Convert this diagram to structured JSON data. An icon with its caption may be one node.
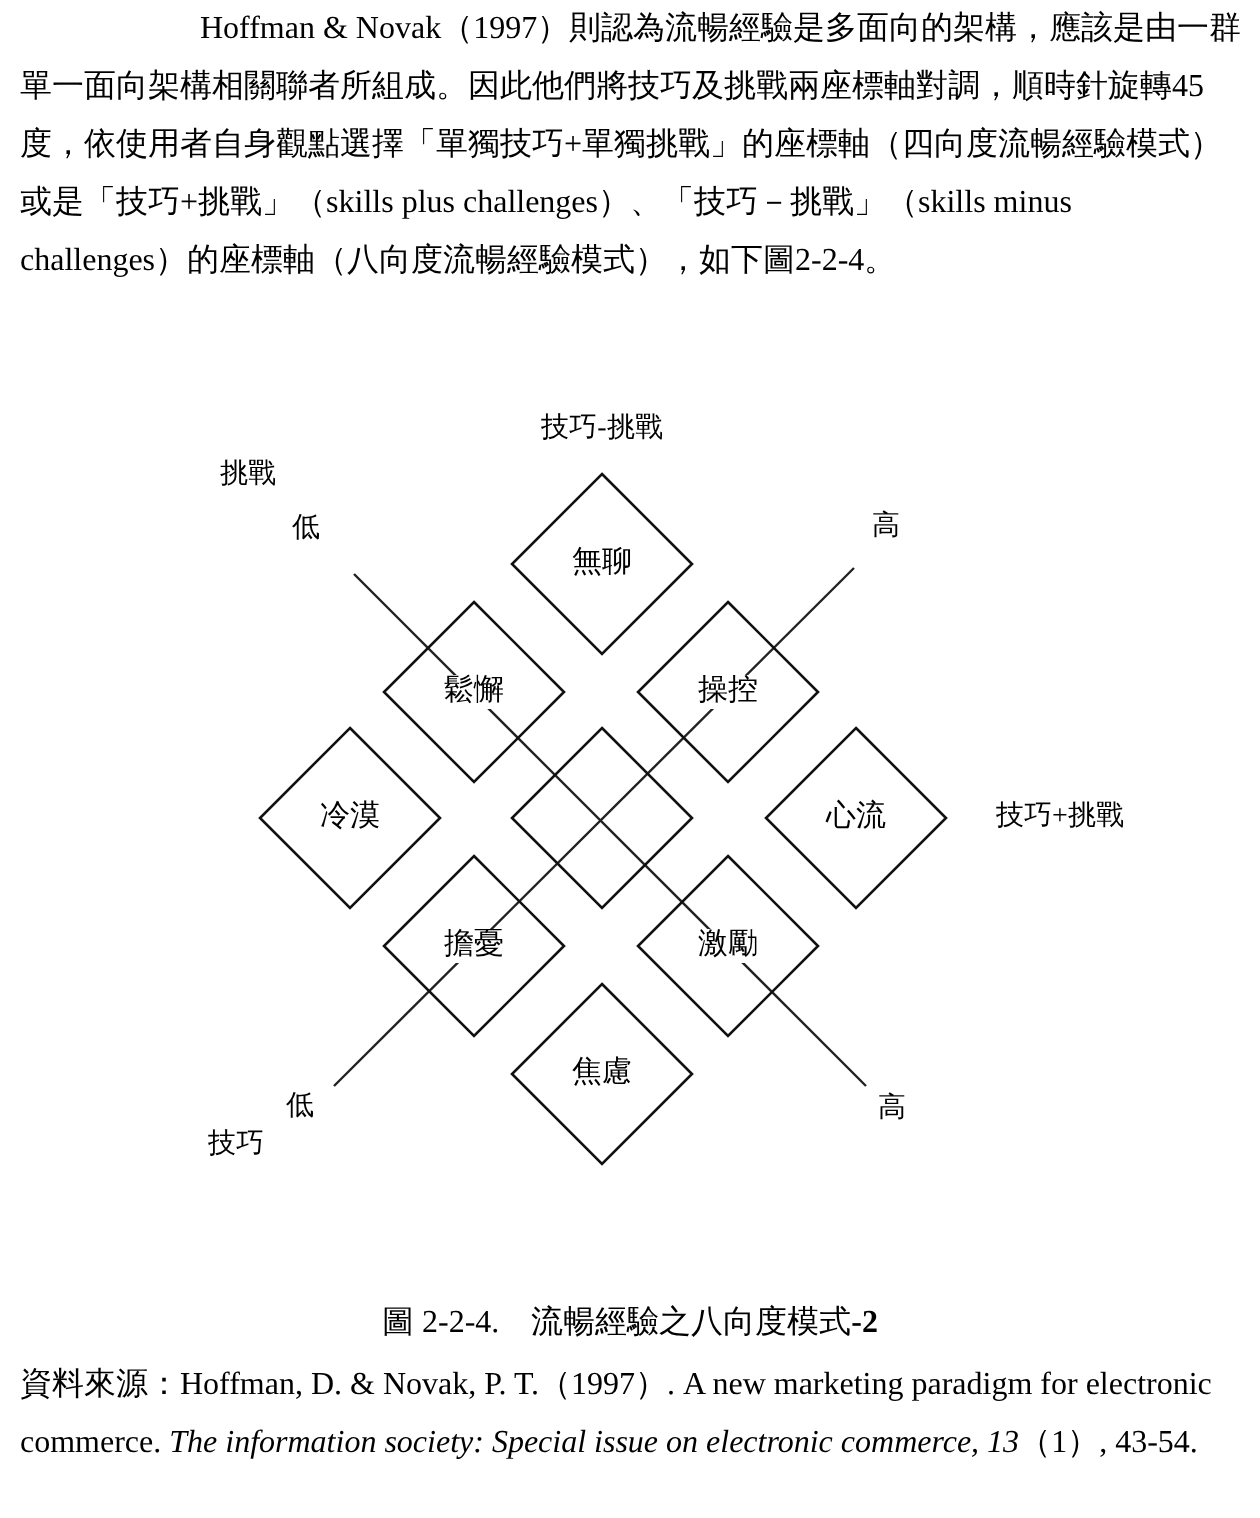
{
  "diagram": {
    "caption": "圖 2-2-4.　流暢經驗之八向度模式**-2**",
    "nodes": [
      {
        "text": [
          "無聊"
        ]
      },
      {
        "text": [
          "鬆懈"
        ]
      },
      {
        "text": [
          "操控"
        ]
      },
      {
        "text": [
          "冷漠"
        ]
      },
      {
        "text": [],
        "shape": "diamond"
      },
      {
        "text": [
          "心流"
        ]
      },
      {
        "text": [
          "擔憂"
        ]
      },
      {
        "text": [
          "激勵"
        ]
      },
      {
        "text": [
          "焦慮"
        ]
      }
    ],
    "labels": [
      "Hoffman & Novak（1997）則認為流暢經驗是多面向的架構，應該是由一群單一面向架構相關聯者所組成。因此他們將技巧及挑戰兩座標軸對調，順時針旋轉45度，依使用者自身觀點選擇「單獨技巧+單獨挑戰」的座標軸（四向度流暢經驗模式）或是「技巧+挑戰」（skills plus challenges）、「技巧－挑戰」（skills minus challenges）的座標軸（八向度流暢經驗模式），如下圖2-2-4。",
      "技巧-挑戰",
      "挑戰",
      "低",
      "高",
      "技巧+挑戰",
      "低",
      "技巧",
      "高",
      "資料來源：Hoffman, D. & Novak, P. T.（1997）. A new marketing paradigm for electronic commerce. *The information society: Special issue on electronic commerce, 13*（1）, 43-54."
    ]
  }
}
